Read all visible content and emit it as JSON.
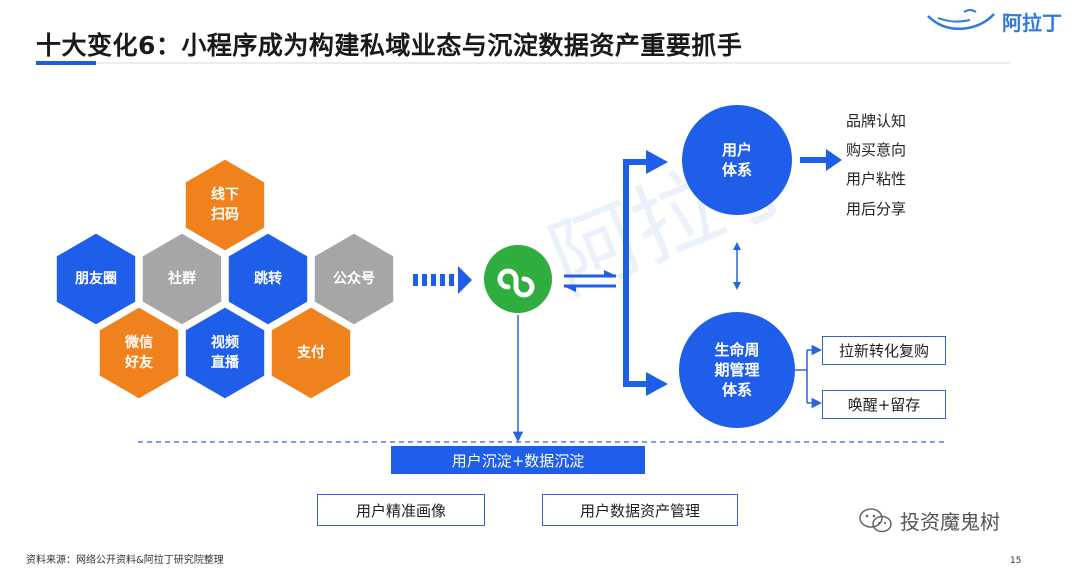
{
  "header": {
    "title": "十大变化6：小程序成为构建私域业态与沉淀数据资产重要抓手",
    "brand": "阿拉丁"
  },
  "hexagons": {
    "xianxia_saoma": "线下\n扫码",
    "pengyouquan": "朋友圈",
    "shequn": "社群",
    "tiaozhuan": "跳转",
    "gongzhonghao": "公众号",
    "weixin_haoyou": "微信\n好友",
    "shipin_zhibo": "视频\n直播",
    "zhifu": "支付"
  },
  "circles": {
    "user_system": "用户\n体系",
    "lifecycle_system": "生命周\n期管理\n体系"
  },
  "user_attributes": [
    "品牌认知",
    "购买意向",
    "用户粘性",
    "用后分享"
  ],
  "lifecycle_boxes": {
    "acquisition": "拉新转化复购",
    "reactivation": "唤醒+留存"
  },
  "bottom": {
    "accumulation": "用户沉淀+数据沉淀",
    "portrait": "用户精准画像",
    "asset_management": "用户数据资产管理"
  },
  "footer": {
    "source": "资料来源：网络公开资料&阿拉丁研究院整理",
    "page": "15"
  },
  "watermark": "投资魔鬼树",
  "colors": {
    "blue": "#1f5ee8",
    "orange": "#f0821e",
    "gray": "#a6a6a6",
    "green": "#2fae3f"
  }
}
